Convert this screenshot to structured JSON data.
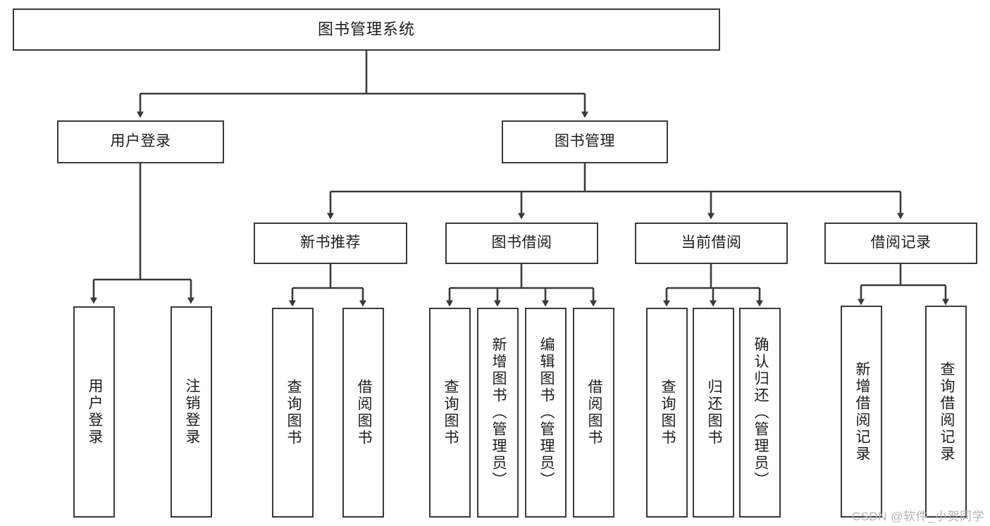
{
  "diagram": {
    "title": "图书管理系统",
    "watermark": "CSDN @软件_小贺同学",
    "colors": {
      "stroke": "#3a3a3a",
      "fill": "#ffffff",
      "text": "#1d1d1d",
      "watermark": "#b4b4b4"
    },
    "nodes": {
      "root": {
        "label": "图书管理系统"
      },
      "level2": [
        {
          "id": "user-login",
          "label": "用户登录"
        },
        {
          "id": "book-manage",
          "label": "图书管理"
        }
      ],
      "level3": [
        {
          "id": "new-book-recommend",
          "label": "新书推荐"
        },
        {
          "id": "book-borrow",
          "label": "图书借阅"
        },
        {
          "id": "current-borrow",
          "label": "当前借阅"
        },
        {
          "id": "borrow-record",
          "label": "借阅记录"
        }
      ],
      "leaves": {
        "user_login": [
          {
            "id": "leaf-user-login",
            "label": "用户登录"
          },
          {
            "id": "leaf-logout-login",
            "label": "注销登录"
          }
        ],
        "new_book_recommend": [
          {
            "id": "leaf-query-book-1",
            "label": "查询图书"
          },
          {
            "id": "leaf-borrow-book-1",
            "label": "借阅图书"
          }
        ],
        "book_borrow": [
          {
            "id": "leaf-query-book-2",
            "label": "查询图书"
          },
          {
            "id": "leaf-add-book-admin",
            "label": "新增图书（管理员）"
          },
          {
            "id": "leaf-edit-book-admin",
            "label": "编辑图书（管理员）"
          },
          {
            "id": "leaf-borrow-book-2",
            "label": "借阅图书"
          }
        ],
        "current_borrow": [
          {
            "id": "leaf-query-book-3",
            "label": "查询图书"
          },
          {
            "id": "leaf-return-book",
            "label": "归还图书"
          },
          {
            "id": "leaf-confirm-return-admin",
            "label": "确认归还（管理员）"
          }
        ],
        "borrow_record": [
          {
            "id": "leaf-add-borrow-record",
            "label": "新增借阅记录"
          },
          {
            "id": "leaf-query-borrow-record",
            "label": "查询借阅记录"
          }
        ]
      }
    }
  }
}
